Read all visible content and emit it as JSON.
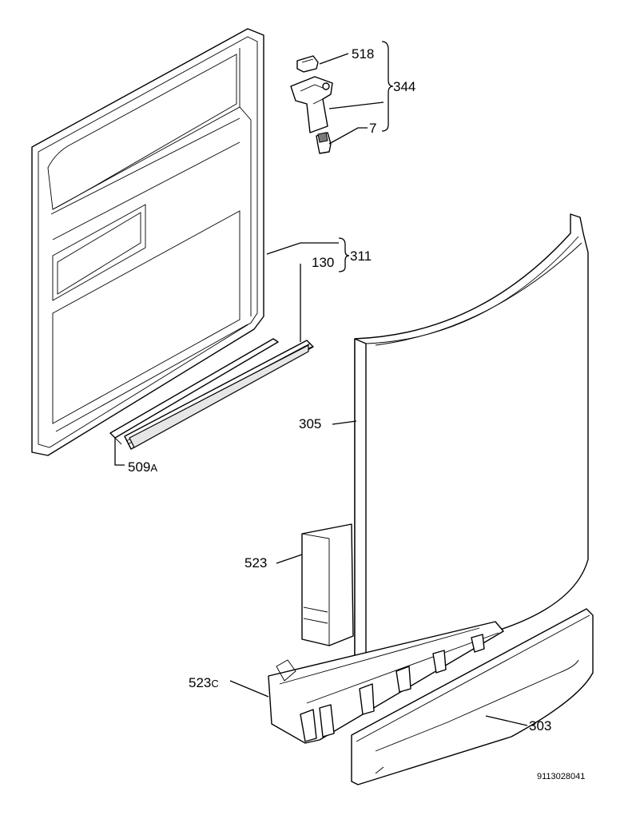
{
  "labels": {
    "p518": "518",
    "p344": "344",
    "p7": "7",
    "p311": "311",
    "p130": "130",
    "p305": "305",
    "p509_num": "509",
    "p509_sfx": "A",
    "p523": "523",
    "p523c_num": "523",
    "p523c_sfx": "C",
    "p303": "303"
  },
  "drawing_code": "9113028041"
}
